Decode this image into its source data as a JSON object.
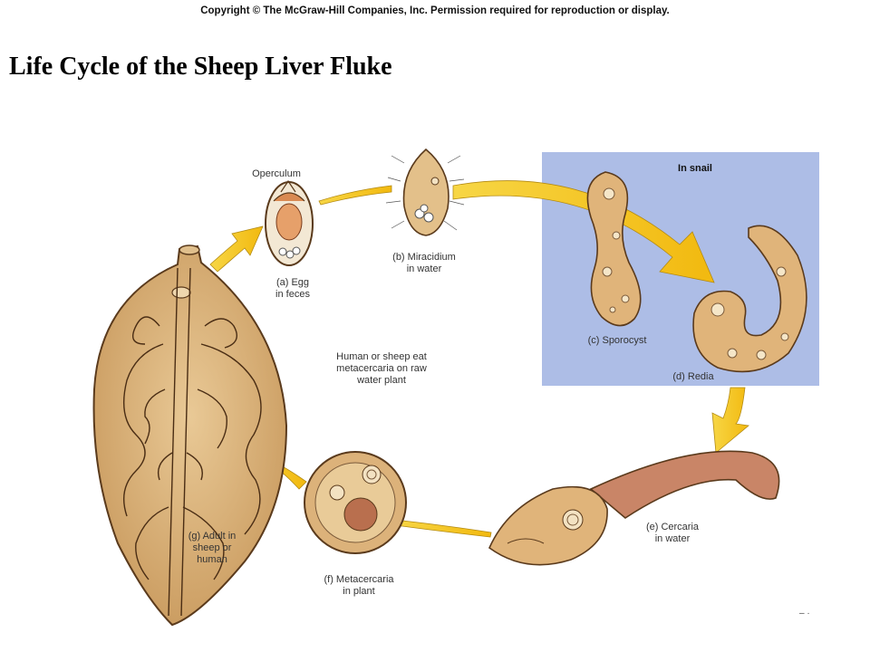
{
  "header": {
    "copyright": "Copyright © The McGraw-Hill Companies, Inc. Permission required for reproduction or display.",
    "title": "Life Cycle of the Sheep Liver Fluke"
  },
  "labels": {
    "operculum": "Operculum",
    "egg_line1": "(a) Egg",
    "egg_line2": "in feces",
    "miracidium_line1": "(b) Miracidium",
    "miracidium_line2": "in water",
    "in_snail": "In snail",
    "sporocyst": "(c) Sporocyst",
    "redia": "(d) Redia",
    "cercaria_line1": "(e) Cercaria",
    "cercaria_line2": "in water",
    "metacercaria_line1": "(f) Metacercaria",
    "metacercaria_line2": "in plant",
    "adult_line1": "(g) Adult in",
    "adult_line2": "sheep or",
    "adult_line3": "human",
    "center_line1": "Human or sheep eat",
    "center_line2": "metacercaria on raw",
    "center_line3": "water plant"
  },
  "page_mark": "– ·",
  "colors": {
    "snail_box": "#adbde6",
    "arrow": "#f5c51c",
    "body_fill": "#d9b07a",
    "body_stroke": "#5a3a1c",
    "cercaria_tail": "#c98567"
  }
}
